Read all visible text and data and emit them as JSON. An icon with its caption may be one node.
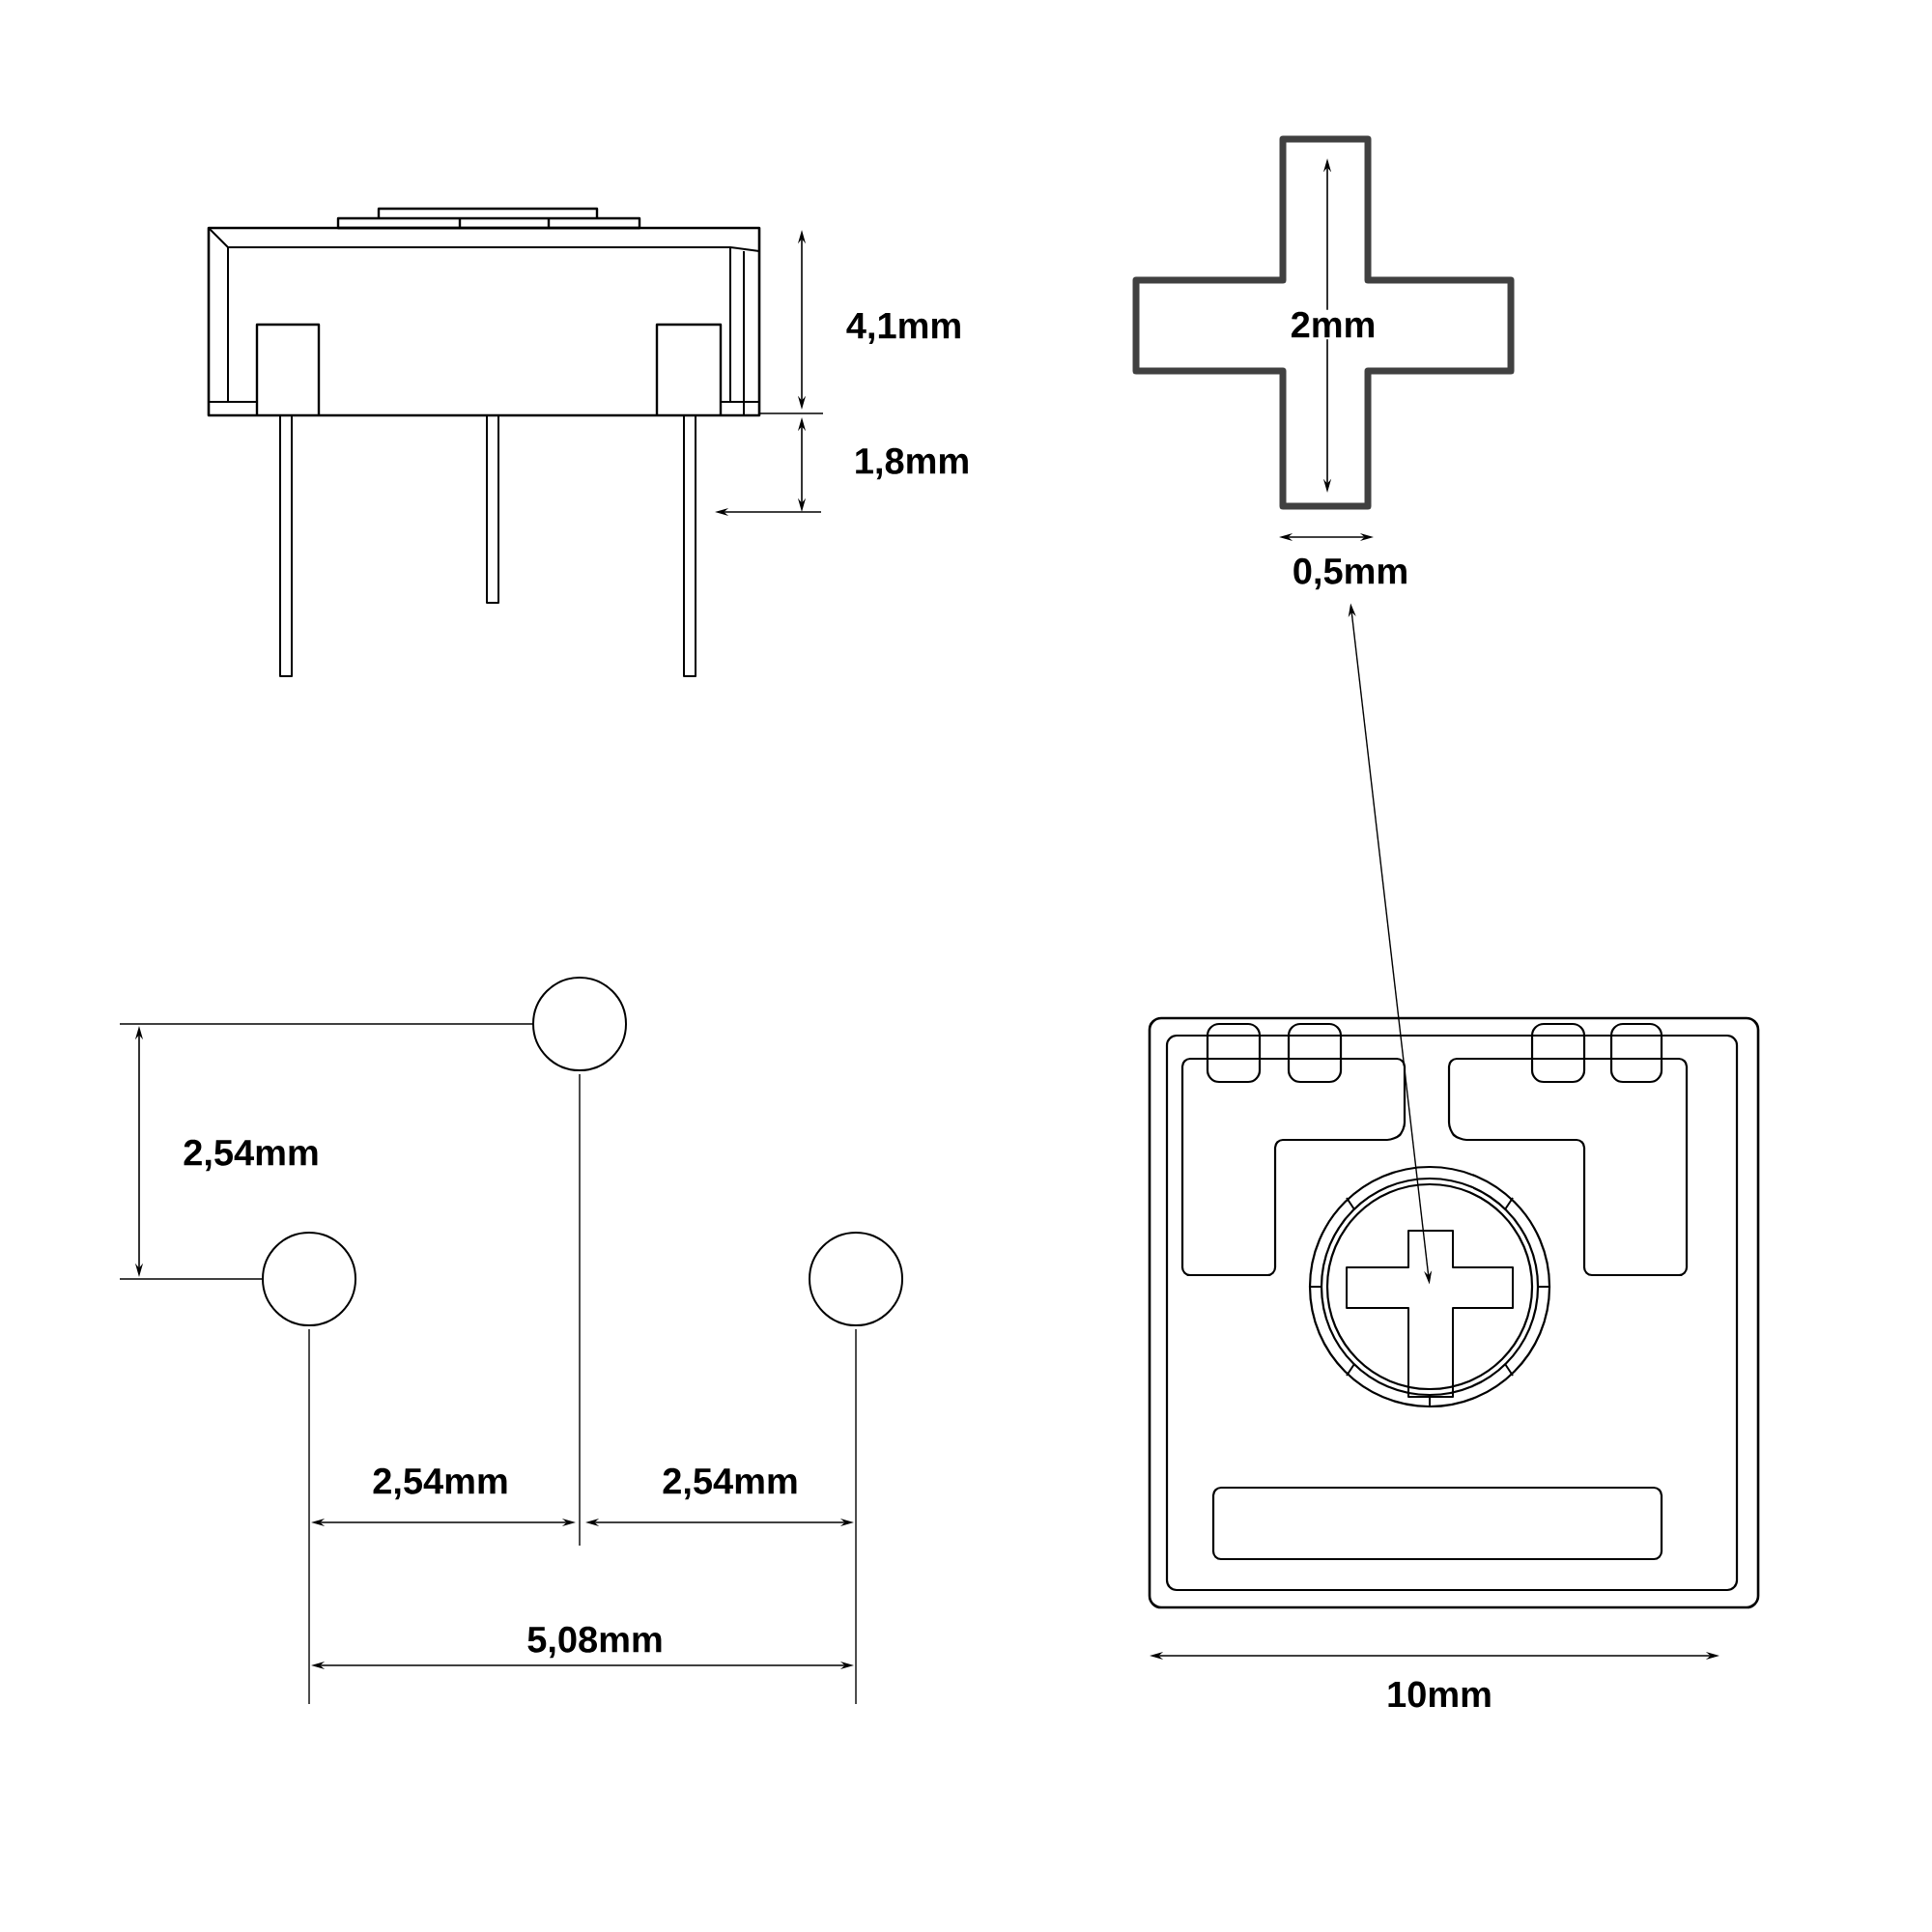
{
  "diagram": {
    "nodes": [
      {
        "text": [
          "2mm",
          "0,5mm"
        ]
      },
      {
        "text": [],
        "shape": "picture"
      }
    ],
    "edges": [
      {
        "from": 0,
        "to": 1,
        "arrow": "both"
      }
    ],
    "labels": [
      "4,1mm",
      "1,8mm",
      "2,54mm",
      "2,54mm",
      "2,54mm",
      "5,08mm",
      "10mm"
    ]
  }
}
